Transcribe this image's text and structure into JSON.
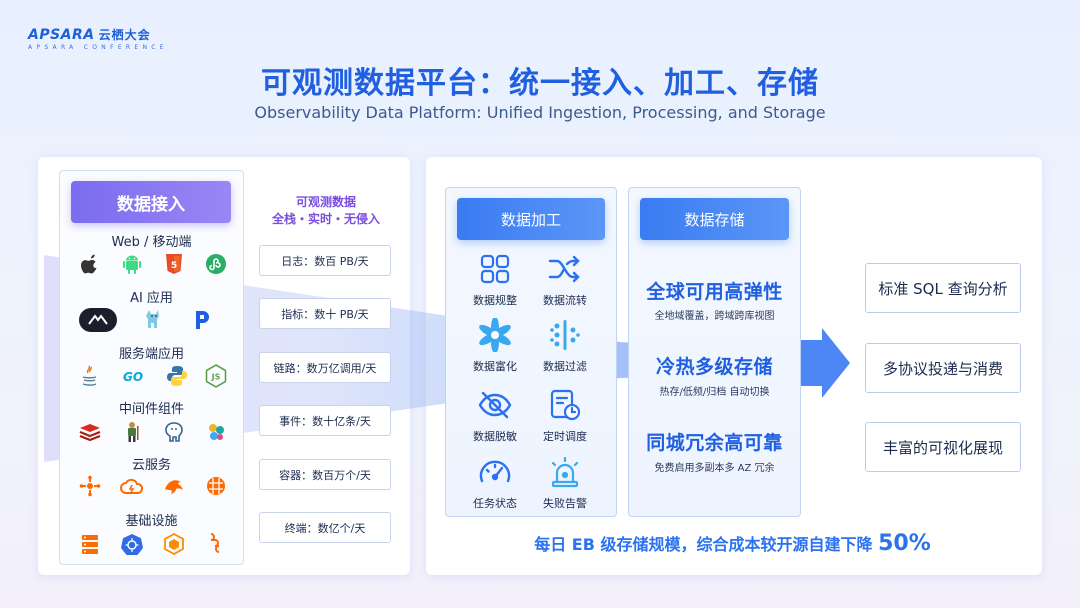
{
  "logo": {
    "brand": "APSARA",
    "brand_cn": "云栖大会",
    "sub": "APSARA CONFERENCE"
  },
  "title": "可观测数据平台：统一接入、加工、存储",
  "subtitle": "Observability Data Platform: Unified Ingestion, Processing, and Storage",
  "ingestion": {
    "header": "数据接入",
    "groups": [
      {
        "label": "Web / 移动端",
        "icons": [
          "apple-icon",
          "android-icon",
          "html5-icon",
          "miniprogram-icon"
        ]
      },
      {
        "label": "AI 应用",
        "icons": [
          "ai-app-icon",
          "llama-icon",
          "ai-p-icon"
        ]
      },
      {
        "label": "服务端应用",
        "icons": [
          "java-icon",
          "go-icon",
          "python-icon",
          "nodejs-icon"
        ]
      },
      {
        "label": "中间件组件",
        "icons": [
          "redis-icon",
          "worker-icon",
          "postgres-icon",
          "cluster-icon"
        ]
      },
      {
        "label": "云服务",
        "icons": [
          "api-gateway-icon",
          "cloud-function-icon",
          "mysql-icon",
          "database-icon"
        ]
      },
      {
        "label": "基础设施",
        "icons": [
          "server-icon",
          "kubernetes-icon",
          "container-icon",
          "network-icon"
        ]
      }
    ],
    "go_text": "GO",
    "js_text": "JS"
  },
  "observability": {
    "title_line1": "可观测数据",
    "title_line2": "全栈・实时・无侵入",
    "metrics": [
      "日志：数百 PB/天",
      "指标：数十 PB/天",
      "链路：数万亿调用/天",
      "事件：数十亿条/天",
      "容器：数百万个/天",
      "终端：数亿个/天"
    ]
  },
  "processing": {
    "header": "数据加工",
    "items": [
      {
        "label": "数据规整",
        "icon": "grid-icon"
      },
      {
        "label": "数据流转",
        "icon": "shuffle-icon"
      },
      {
        "label": "数据富化",
        "icon": "enrich-icon"
      },
      {
        "label": "数据过滤",
        "icon": "filter-icon"
      },
      {
        "label": "数据脱敏",
        "icon": "eye-off-icon"
      },
      {
        "label": "定时调度",
        "icon": "schedule-icon"
      },
      {
        "label": "任务状态",
        "icon": "gauge-icon"
      },
      {
        "label": "失败告警",
        "icon": "alarm-icon"
      }
    ]
  },
  "storage": {
    "header": "数据存储",
    "items": [
      {
        "title": "全球可用高弹性",
        "desc": "全地域覆盖，跨域跨库视图"
      },
      {
        "title": "冷热多级存储",
        "desc": "热存/低频/归档 自动切换"
      },
      {
        "title": "同城冗余高可靠",
        "desc": "免费启用多副本多 AZ 冗余"
      }
    ]
  },
  "outputs": [
    "标准 SQL 查询分析",
    "多协议投递与消费",
    "丰富的可视化展现"
  ],
  "bottom": {
    "text": "每日 EB 级存储规模，综合成本较开源自建下降 ",
    "highlight": "50%"
  },
  "colors": {
    "primary": "#1f5fe0",
    "accent_purple": "#7a4de0",
    "arrow": "#4d86f5"
  }
}
